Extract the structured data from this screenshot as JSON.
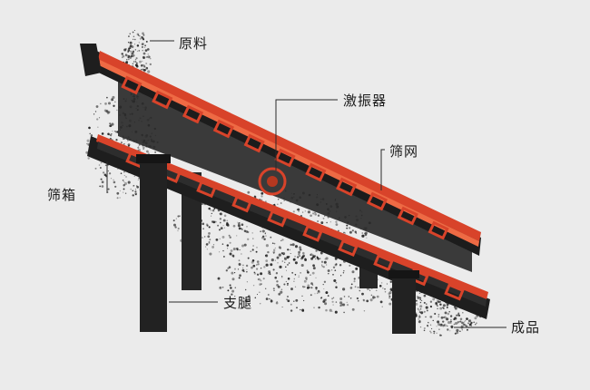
{
  "labels": {
    "raw_material": "原料",
    "exciter": "激振器",
    "screen_mesh": "筛网",
    "screen_box": "筛箱",
    "support_legs": "支腿",
    "product": "成品"
  },
  "colors": {
    "background": "#ebebeb",
    "frame": "#2b2b2b",
    "frame_dark": "#1a1a1a",
    "screen_red": "#d8432a",
    "screen_red_light": "#ee6a44",
    "particles": "#1f1f1f",
    "leader_line": "#2a2a2a"
  }
}
